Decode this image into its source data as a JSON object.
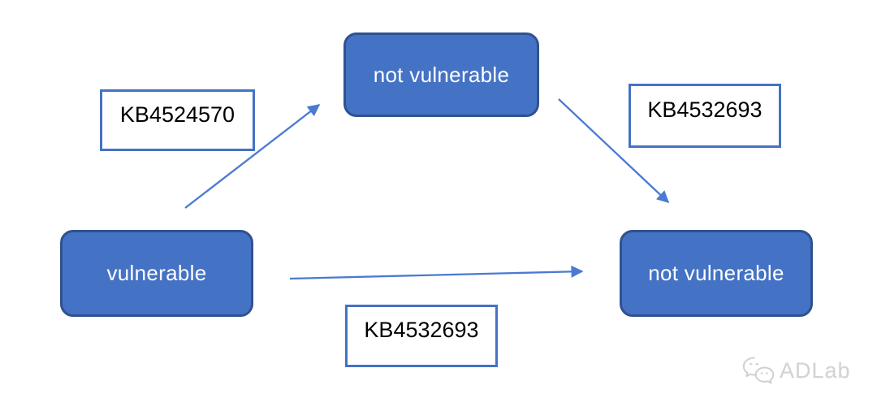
{
  "background": "#ffffff",
  "colors": {
    "node_fill": "#4472C4",
    "node_border": "#2F528F",
    "node_text": "#ffffff",
    "label_border": "#4472C4",
    "label_fill": "#ffffff",
    "label_text": "#000000",
    "arrow": "#4A7AD2",
    "watermark": "#d3d3d3"
  },
  "diagram": {
    "nodes": [
      {
        "id": "vulnerable",
        "label": "vulnerable"
      },
      {
        "id": "not-vulnerable-top",
        "label": "not vulnerable"
      },
      {
        "id": "not-vulnerable-right",
        "label": "not vulnerable"
      }
    ],
    "edge_labels": [
      {
        "id": "kb-upper-left",
        "text": "KB4524570"
      },
      {
        "id": "kb-upper-right",
        "text": "KB4532693"
      },
      {
        "id": "kb-bottom-center",
        "text": "KB4532693"
      }
    ],
    "edges": [
      {
        "from": "vulnerable",
        "to": "not-vulnerable-top",
        "label": "KB4524570"
      },
      {
        "from": "not-vulnerable-top",
        "to": "not-vulnerable-right",
        "label": "KB4532693"
      },
      {
        "from": "vulnerable",
        "to": "not-vulnerable-right",
        "label": "KB4532693"
      }
    ]
  },
  "watermark": {
    "icon": "wechat-icon",
    "text": "ADLab"
  }
}
